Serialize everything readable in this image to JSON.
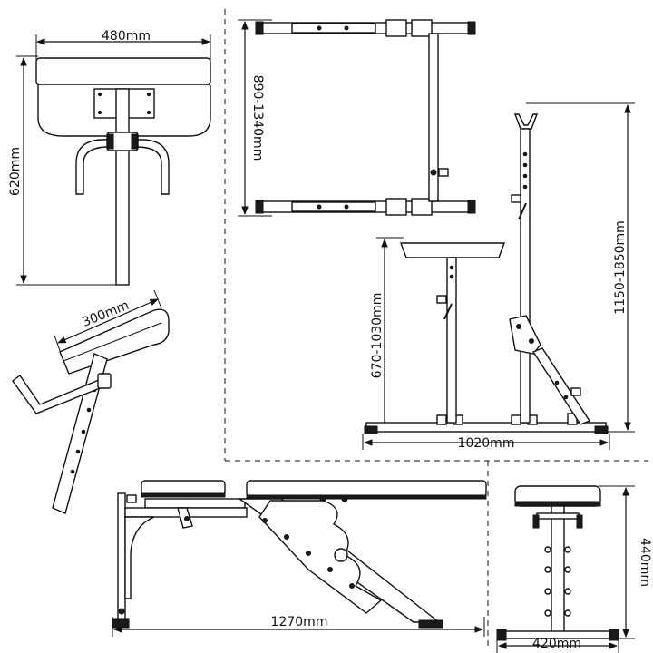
{
  "colors": {
    "line": "#111111",
    "background": "#ffffff",
    "divider": "#555555"
  },
  "dimensions": {
    "pad_width": "480mm",
    "pad_height": "620mm",
    "rack_width": "890-1340mm",
    "pad_length": "300mm",
    "tall_height": "1150-1850mm",
    "short_height": "670-1030mm",
    "base_depth": "1020mm",
    "bench_length": "1270mm",
    "bench_height": "440mm",
    "bench_width": "420mm"
  }
}
